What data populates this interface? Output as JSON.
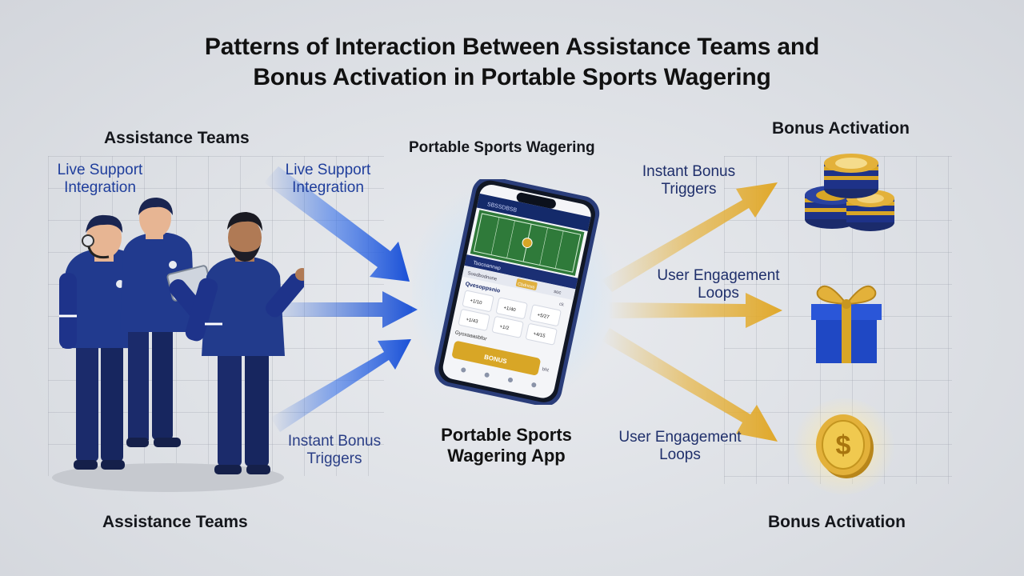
{
  "title_line1": "Patterns of Interaction Between Assistance Teams and",
  "title_line2": "Bonus Activation in Portable Sports Wagering",
  "left": {
    "heading_top": "Assistance Teams",
    "heading_bottom": "Assistance Teams",
    "label_far_line1": "Live Support",
    "label_far_line2": "Integration",
    "label_arrow_top_line1": "Live Support",
    "label_arrow_top_line2": "Integration",
    "label_arrow_bottom_line1": "Instant Bonus",
    "label_arrow_bottom_line2": "Triggers"
  },
  "center": {
    "heading_top": "Portable Sports Wagering",
    "app_label_line1": "Portable Sports",
    "app_label_line2": "Wagering App",
    "phone": {
      "app_name": "SBSSDBSB",
      "section_title": "Tsocoannap",
      "filter_left": "Soedbodnone",
      "filter_chip": "Cbdnoss",
      "filter_right": "soc",
      "markets_title": "Qvesoppsnio",
      "markets_extra": "ck",
      "odds_row1": [
        "+1/10",
        "+1/40",
        "+5/27"
      ],
      "odds_row2": [
        "+1/43",
        "+1/2",
        "+4/15"
      ],
      "footer_row": "Gyoxaaasbfor",
      "bonus_button": "BONUS",
      "footer_right": "bht"
    }
  },
  "right": {
    "heading_top": "Bonus Activation",
    "heading_bottom": "Bonus Activation",
    "label_top_line1": "Instant Bonus",
    "label_top_line2": "Triggers",
    "label_mid_line1": "User Engagement",
    "label_mid_line2": "Loops",
    "label_bottom_line1": "User Engagement",
    "label_bottom_line2": "Loops",
    "coin_symbol": "$"
  },
  "colors": {
    "navy": "#1b2b6b",
    "arrow_blue": "#1f5bd8",
    "arrow_gold": "#e0a82a",
    "gold": "#d8a626"
  }
}
